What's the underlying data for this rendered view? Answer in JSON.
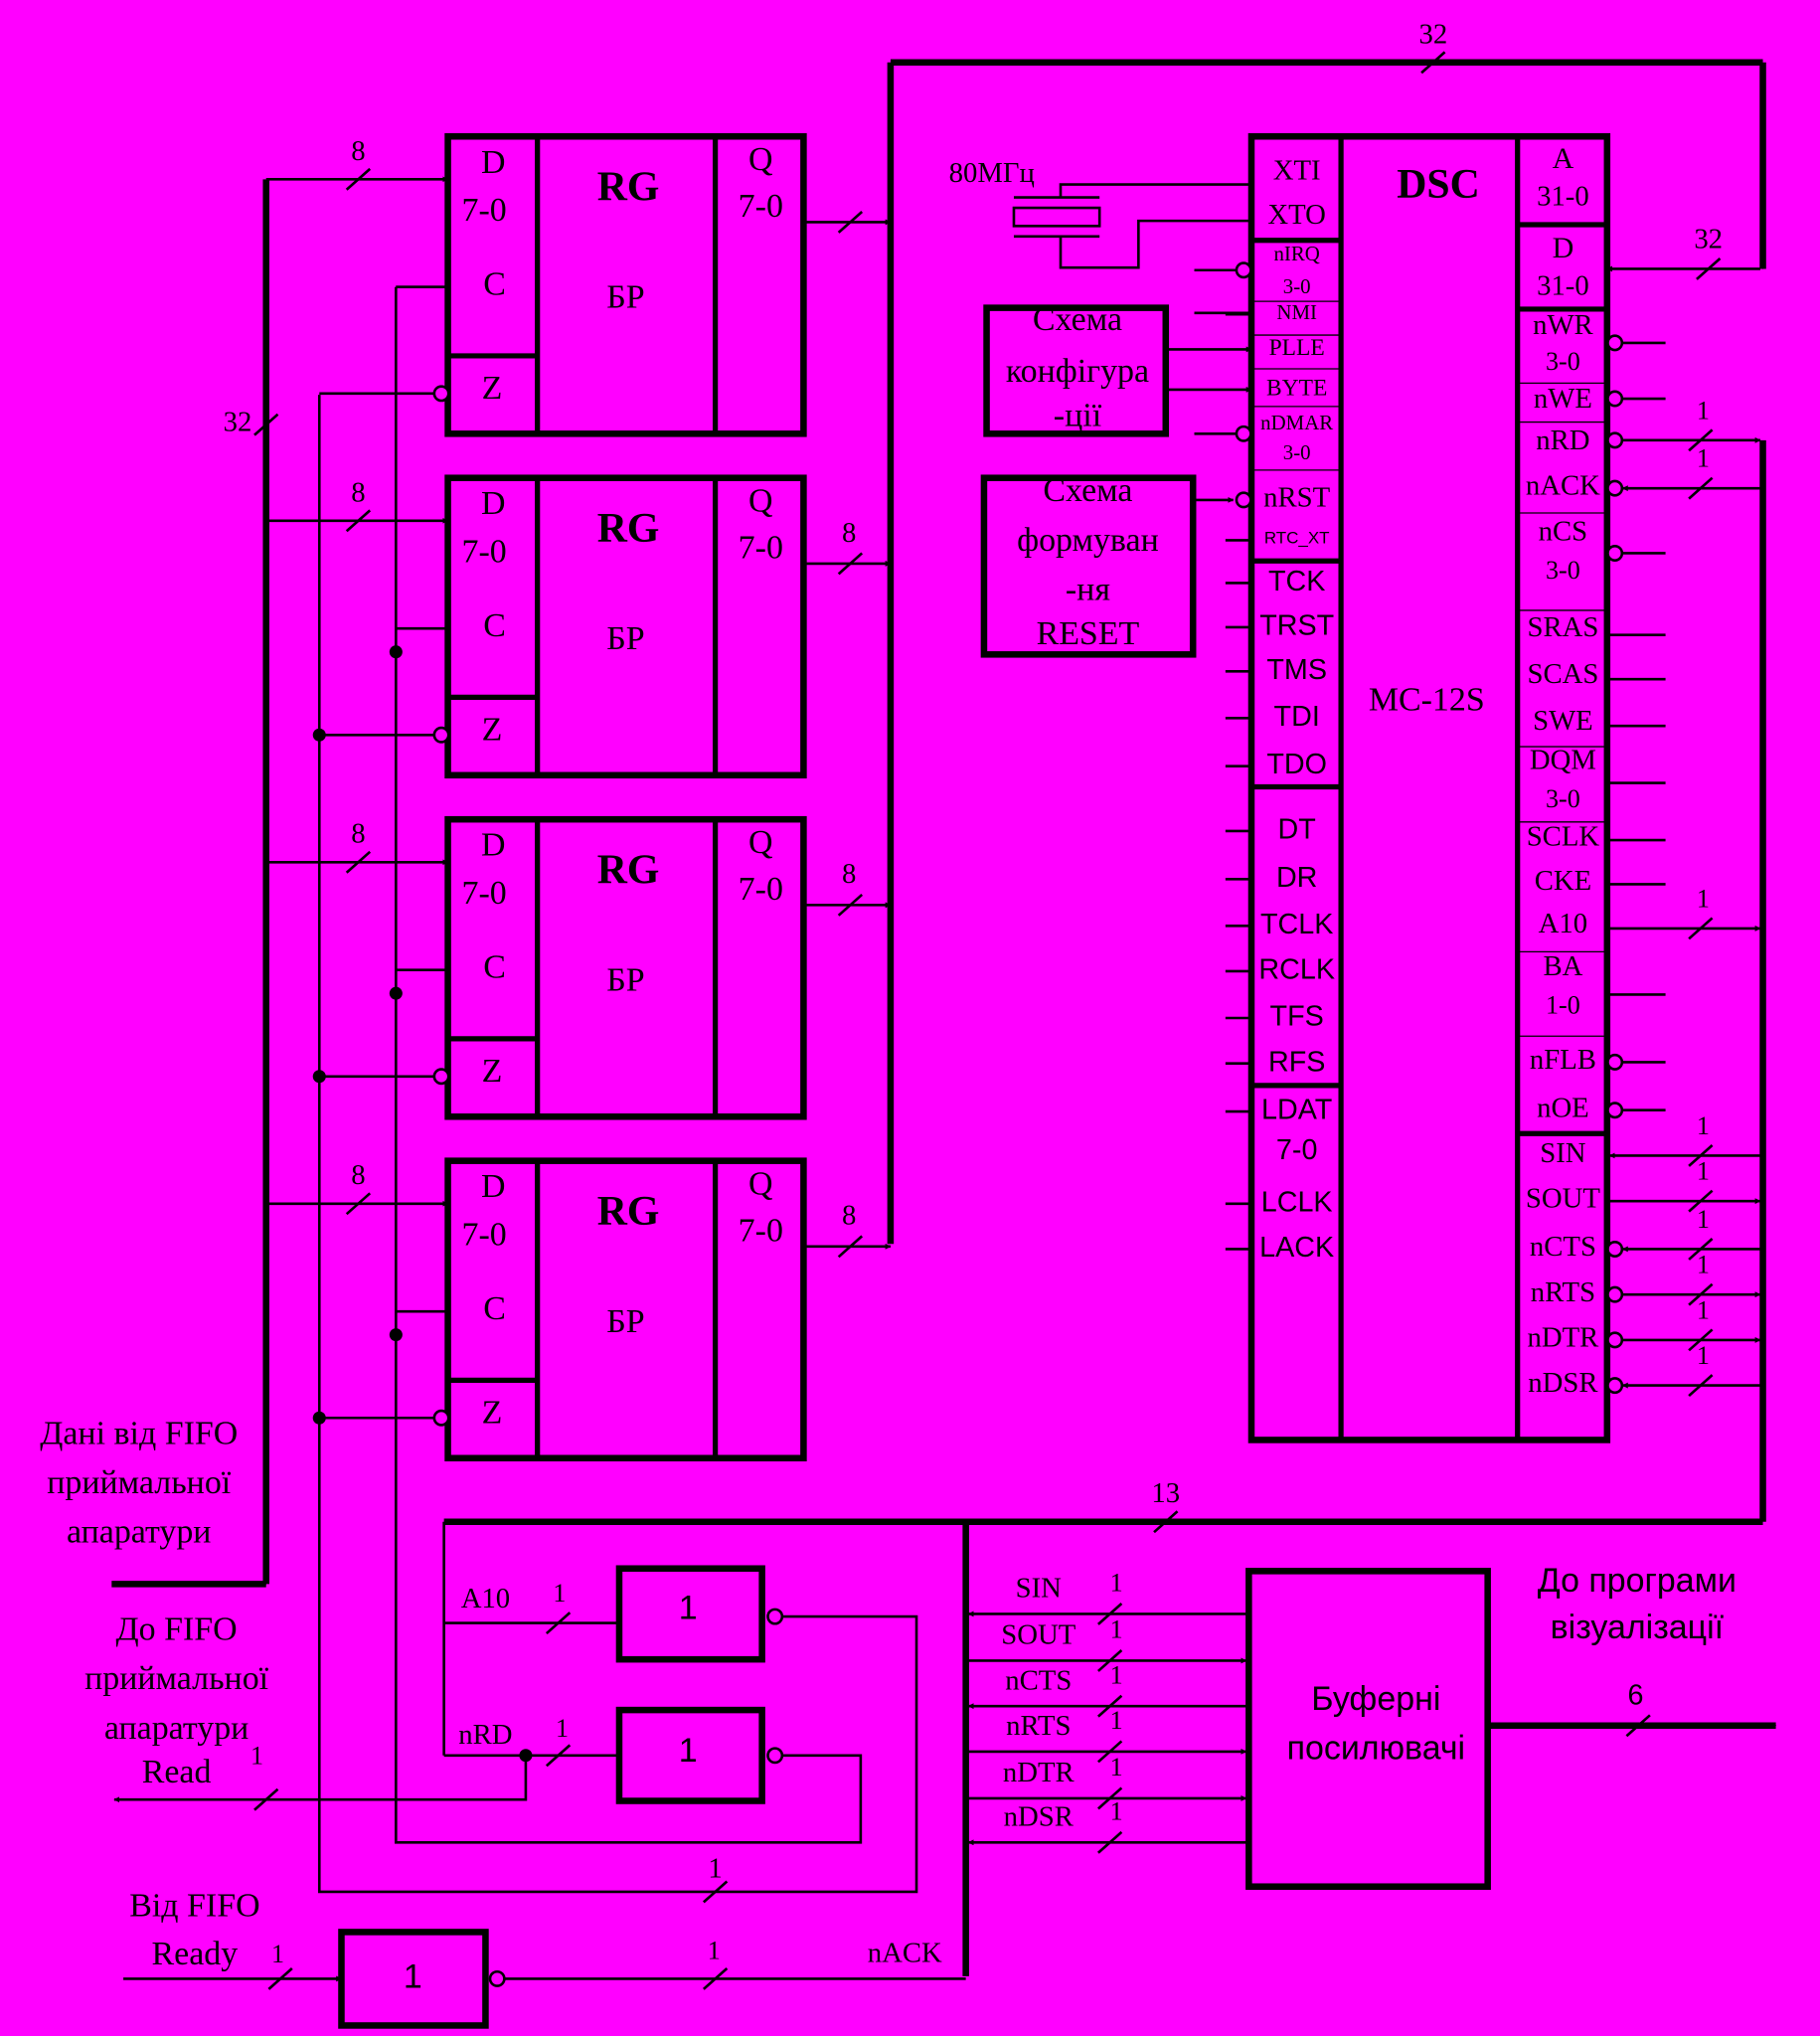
{
  "registers": [
    {
      "title": "RG",
      "sub": "БР",
      "d": "D",
      "d_range": "7-0",
      "c": "C",
      "z": "Z",
      "q": "Q",
      "q_range": "7-0",
      "in_width": "8",
      "out_width": ""
    },
    {
      "title": "RG",
      "sub": "БР",
      "d": "D",
      "d_range": "7-0",
      "c": "C",
      "z": "Z",
      "q": "Q",
      "q_range": "7-0",
      "in_width": "8",
      "out_width": "8"
    },
    {
      "title": "RG",
      "sub": "БР",
      "d": "D",
      "d_range": "7-0",
      "c": "C",
      "z": "Z",
      "q": "Q",
      "q_range": "7-0",
      "in_width": "8",
      "out_width": "8"
    },
    {
      "title": "RG",
      "sub": "БР",
      "d": "D",
      "d_range": "7-0",
      "c": "C",
      "z": "Z",
      "q": "Q",
      "q_range": "7-0",
      "in_width": "8",
      "out_width": "8"
    }
  ],
  "bus": {
    "top_width": "32",
    "left_width": "32",
    "right_d_width": "32",
    "bottom_width": "13"
  },
  "dsc": {
    "title": "DSC",
    "model": "МС-12S",
    "crystal": "80МГц",
    "left_pins": [
      "XTI",
      "XTO",
      "nIRQ",
      "3-0",
      "NMI",
      "PLLE",
      "BYTE",
      "nDMAR",
      "3-0",
      "nRST",
      "RTC_XT",
      "TCK",
      "TRST",
      "TMS",
      "TDI",
      "TDO",
      "DT",
      "DR",
      "TCLK",
      "RCLK",
      "TFS",
      "RFS",
      "LDAT",
      "7-0",
      "LCLK",
      "LACK"
    ],
    "right_pins": [
      "A",
      "31-0",
      "D",
      "31-0",
      "nWR",
      "3-0",
      "nWE",
      "nRD",
      "nACK",
      "nCS",
      "3-0",
      "SRAS",
      "SCAS",
      "SWE",
      "DQM",
      "3-0",
      "SCLK",
      "CKE",
      "A10",
      "BA",
      "1-0",
      "nFLB",
      "nOE",
      "SIN",
      "SOUT",
      "nCTS",
      "nRTS",
      "nDTR",
      "nDSR"
    ],
    "bit_label": "1"
  },
  "config_block": {
    "line1": "Схема",
    "line2": "конфігура",
    "line3": "-ції"
  },
  "reset_block": {
    "line1": "Схема",
    "line2": "формуван",
    "line3": "-ня",
    "line4": "RESET"
  },
  "logic": {
    "gate_label": "1",
    "a10_label": "A10",
    "nrd_label": "nRD",
    "nack_label": "nACK",
    "bit": "1"
  },
  "buffer": {
    "line1": "Буферні",
    "line2": "посилювачі",
    "signals": [
      "SIN",
      "SOUT",
      "nCTS",
      "nRTS",
      "nDTR",
      "nDSR"
    ],
    "out_width": "6"
  },
  "labels": {
    "fifo_data_1": "Дані від FIFO",
    "fifo_data_2": "приймальної",
    "fifo_data_3": "апаратури",
    "to_fifo_1": "До FIFO",
    "to_fifo_2": "приймальної",
    "to_fifo_3": "апаратури",
    "read": "Read",
    "from_fifo": "Від FIFO",
    "ready": "Ready",
    "to_vis_1": "До програми",
    "to_vis_2": "візуалізації"
  }
}
